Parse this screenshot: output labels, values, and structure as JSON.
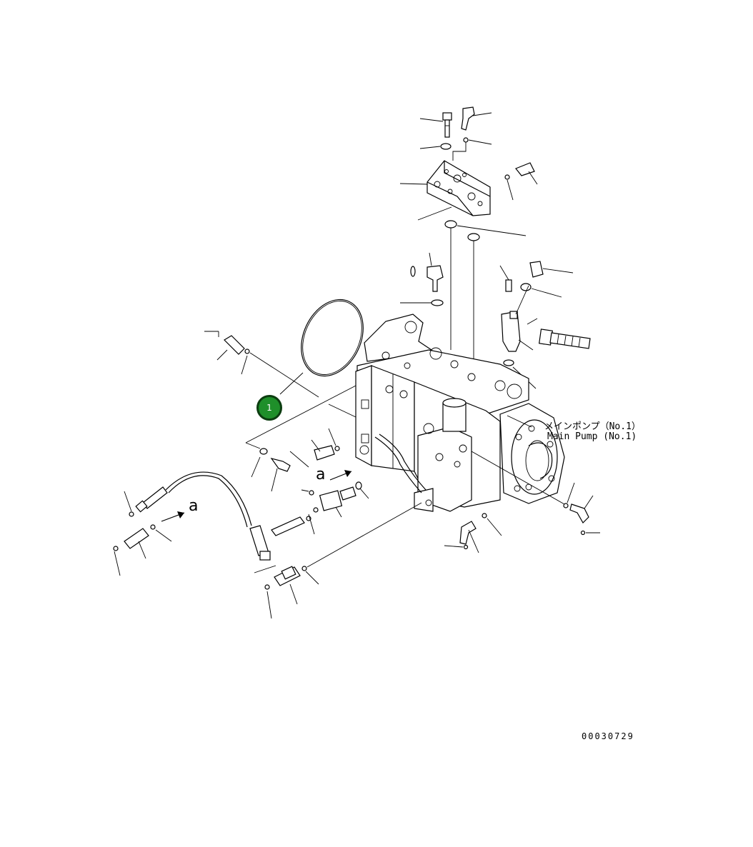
{
  "diagram": {
    "callout": {
      "number": "1",
      "color": "#1f8f2a"
    },
    "label_jp": "メインポンプ（No.1）",
    "label_en": "Main Pump (No.1)",
    "view_marker_1": "a",
    "view_marker_2": "a",
    "drawing_number": "00030729"
  }
}
